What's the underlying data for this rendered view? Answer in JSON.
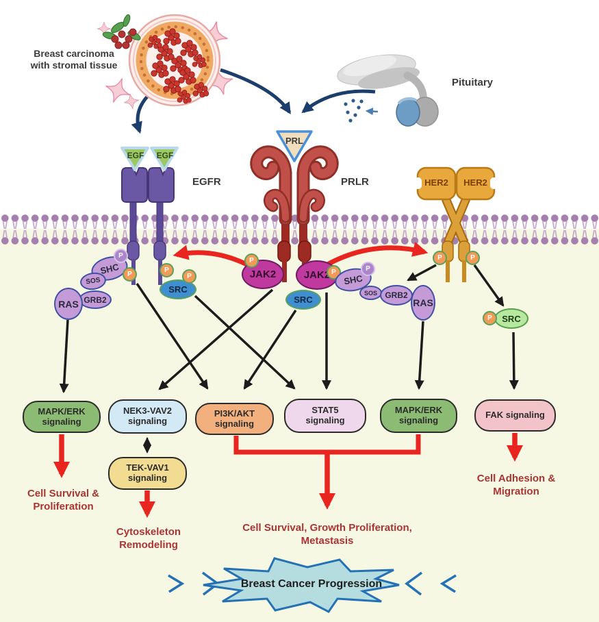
{
  "colors": {
    "accent_red": "#e8251f",
    "navy_arrow": "#1c3e6d",
    "black_arrow": "#1c1c1c",
    "outcome_text": "#a93434",
    "membrane_purple": "#a57fad",
    "cytoplasm_bg": "#f6f8e4",
    "extracellular_bg": "#ffffff",
    "egfr_purple": "#6a58a5",
    "prlr_red": "#c2504a",
    "her2_orange": "#e9a83c",
    "jak2_fill": "#c0399f",
    "src_blue": "#3e8ed0",
    "src_green": "#b6e8a0",
    "adapter_purple": "#c49bd6",
    "phospho_orange": "#f29a57",
    "phospho_purple": "#ad85cc",
    "pill_green": "#8cbb73",
    "pill_light_blue": "#d3e9f5",
    "pill_orange": "#f2b07e",
    "pill_light_pink": "#f0d8ec",
    "pill_pink": "#f2c3c9",
    "pill_yellow": "#f2dc92",
    "starburst_fill": "#b5dde0",
    "starburst_border": "#2471b5"
  },
  "scene": {
    "tumor_label_line1": "Breast carcinoma",
    "tumor_label_line2": "with stromal tissue",
    "pituitary_label": "Pituitary"
  },
  "receptors": {
    "egf": "EGF",
    "egfr": "EGFR",
    "prl": "PRL",
    "prlr": "PRLR",
    "her2": "HER2"
  },
  "molecules": {
    "shc": "SHC",
    "sos": "SOS",
    "grb2": "GRB2",
    "ras": "RAS",
    "src": "SRC",
    "jak2": "JAK2",
    "phospho": "P"
  },
  "pathways": {
    "mapk_left": "MAPK/ERK signaling",
    "nek3_vav2": "NEK3-VAV2 signaling",
    "pi3k_akt": "PI3K/AKT signaling",
    "stat5": "STAT5 signaling",
    "mapk_right": "MAPK/ERK signaling",
    "fak": "FAK signaling",
    "tek_vav1": "TEK-VAV1 signaling"
  },
  "outcomes": {
    "survival_proliferation": "Cell Survival & Proliferation",
    "cytoskeleton_remodeling": "Cytoskeleton Remodeling",
    "survival_growth_metastasis": "Cell Survival, Growth Proliferation, Metastasis",
    "adhesion_migration": "Cell Adhesion & Migration"
  },
  "conclusion": {
    "starburst_label": "Breast Cancer Progression"
  }
}
